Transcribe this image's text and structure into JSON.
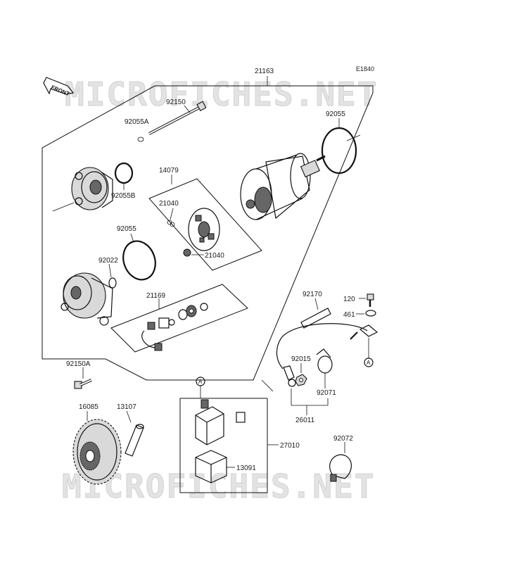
{
  "diagram": {
    "code": "E1840",
    "watermark_top": "MICROFICHES.NET",
    "watermark_bottom": "MICROFICHES.NET",
    "front_arrow": "FRONT",
    "ref_marker": "A",
    "labels": {
      "p21163": "21163",
      "p92150": "92150",
      "p92055a": "92055A",
      "p92055_top": "92055",
      "p14079": "14079",
      "p92055b": "92055B",
      "p21040a": "21040",
      "p21040b": "21040",
      "p92055_mid": "92055",
      "p92022": "92022",
      "p21169": "21169",
      "p92170": "92170",
      "p120": "120",
      "p461": "461",
      "p92015": "92015",
      "p92071": "92071",
      "p26011": "26011",
      "p92150a": "92150A",
      "p16085": "16085",
      "p13107": "13107",
      "p27010": "27010",
      "p92072": "92072",
      "p13091": "13091"
    }
  }
}
